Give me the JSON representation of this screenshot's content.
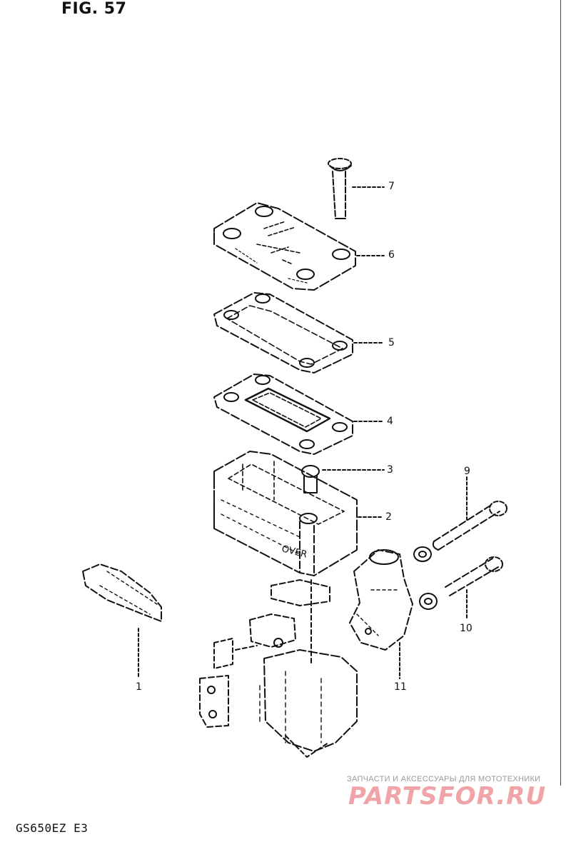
{
  "figure": {
    "title": "FIG. 57"
  },
  "callouts": {
    "c7": "7",
    "c6": "6",
    "c5": "5",
    "c4": "4",
    "c3": "3",
    "c2": "2",
    "c9": "9",
    "c10": "10",
    "c11": "11",
    "c1": "1"
  },
  "body_marking": "OVER",
  "footer": {
    "model_code": "GS650EZ E3"
  },
  "watermark": {
    "subtitle": "ЗАПЧАСТИ И АКСЕССУАРЫ ДЛЯ МОТОТЕХНИКИ",
    "logo": "PARTSFOR.RU",
    "color": "#f0a4a8"
  }
}
